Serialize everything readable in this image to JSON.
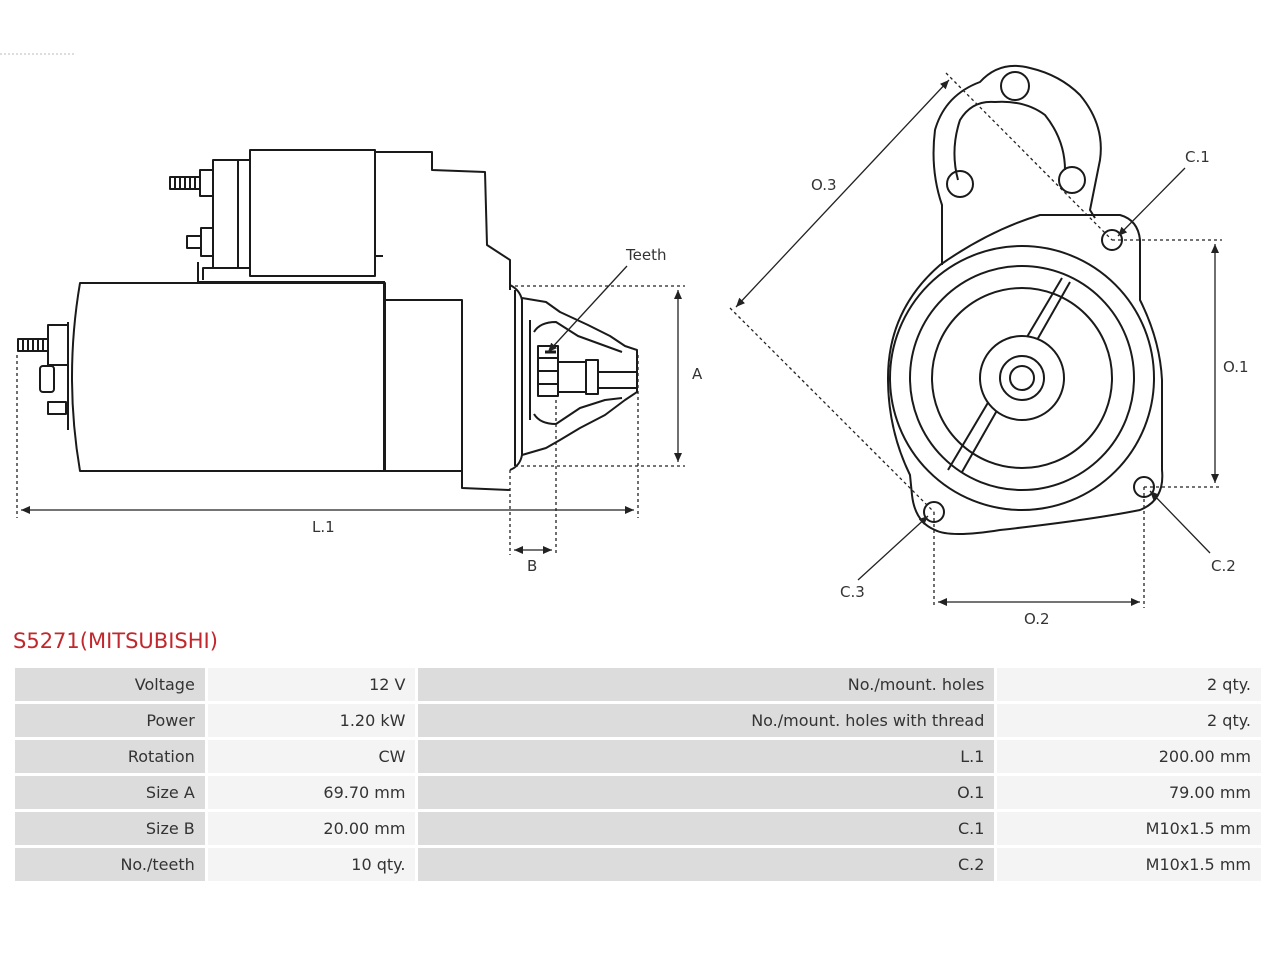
{
  "diagram": {
    "labels": {
      "teeth": "Teeth",
      "a": "A",
      "b": "B",
      "l1": "L.1",
      "o1": "O.1",
      "o2": "O.2",
      "o3": "O.3",
      "c1": "C.1",
      "c2": "C.2",
      "c3": "C.3"
    }
  },
  "product": {
    "title": "S5271(MITSUBISHI)"
  },
  "specs": {
    "rows": [
      {
        "k1": "Voltage",
        "v1": "12 V",
        "k2": "No./mount. holes",
        "v2": "2 qty."
      },
      {
        "k1": "Power",
        "v1": "1.20 kW",
        "k2": "No./mount. holes with thread",
        "v2": "2 qty."
      },
      {
        "k1": "Rotation",
        "v1": "CW",
        "k2": "L.1",
        "v2": "200.00 mm"
      },
      {
        "k1": "Size A",
        "v1": "69.70 mm",
        "k2": "O.1",
        "v2": "79.00 mm"
      },
      {
        "k1": "Size B",
        "v1": "20.00 mm",
        "k2": "C.1",
        "v2": "M10x1.5 mm"
      },
      {
        "k1": "No./teeth",
        "v1": "10 qty.",
        "k2": "C.2",
        "v2": "M10x1.5 mm"
      }
    ]
  }
}
